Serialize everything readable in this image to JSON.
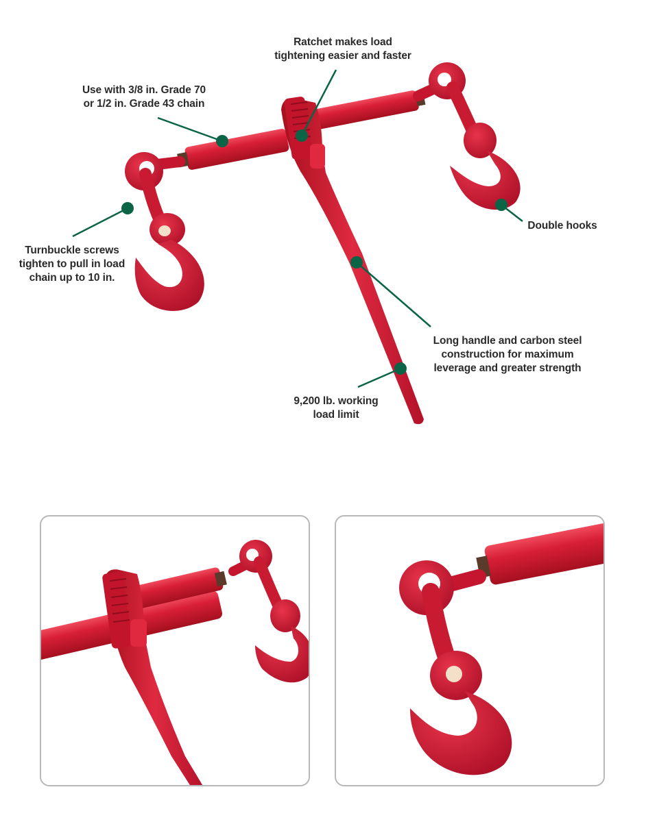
{
  "product": {
    "name": "Ratchet load binder with grab hooks",
    "color": "#d41c34"
  },
  "accent": {
    "marker_color": "#0b6446",
    "line_color": "#0b6446",
    "text_color": "#2a2a2a",
    "panel_border": "#b8b8b8"
  },
  "callouts": [
    {
      "id": "ratchet",
      "text": "Ratchet makes load\ntightening easier and faster"
    },
    {
      "id": "chain",
      "text": "Use with 3/8 in. Grade 70\nor 1/2 in. Grade 43 chain"
    },
    {
      "id": "turnbuckle",
      "text": "Turnbuckle screws\ntighten to pull in load\nchain up to 10 in."
    },
    {
      "id": "hooks",
      "text": "Double hooks"
    },
    {
      "id": "handle",
      "text": "Long handle and carbon steel\nconstruction for maximum\nleverage and greater strength"
    },
    {
      "id": "wll",
      "text": "9,200 lb. working\nload limit"
    }
  ],
  "detail_panels": [
    {
      "id": "ratchet-closeup",
      "subject": "Ratchet mechanism and right hook close-up"
    },
    {
      "id": "hook-closeup",
      "subject": "Left eye swivel and grab hook close-up"
    }
  ]
}
